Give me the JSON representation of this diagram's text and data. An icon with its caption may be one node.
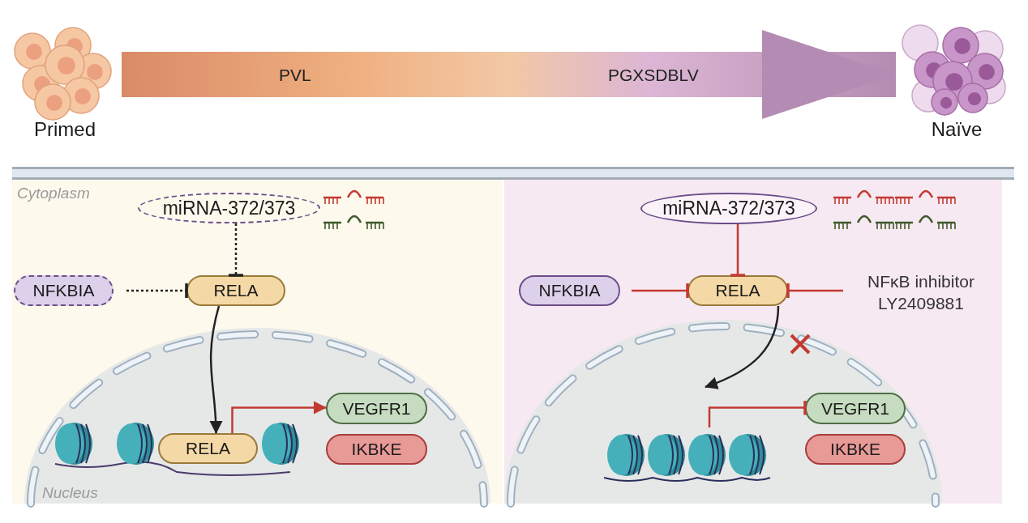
{
  "diagram": {
    "nodes": [
      {
        "text": [
          "Primed"
        ]
      },
      {
        "text": [
          "Naïve"
        ]
      },
      {
        "text": [
          "Cytoplasm"
        ]
      },
      {
        "text": [
          "miRNA-372/373"
        ],
        "in": 2
      },
      {
        "text": [
          "NFKBIA"
        ],
        "in": 2
      },
      {
        "text": [
          "RELA"
        ],
        "in": 2
      },
      {
        "text": [
          "Nucleus"
        ],
        "in": 2
      },
      {
        "text": [
          "RELA"
        ],
        "in": 6
      },
      {
        "text": [
          "VEGFR1"
        ],
        "in": 6
      },
      {
        "text": [
          "IKBKE"
        ],
        "in": 6
      },
      {
        "text": [],
        "shape": "box"
      },
      {
        "text": [
          "miRNA-372/373"
        ],
        "in": 10
      },
      {
        "text": [
          "NFKBIA"
        ],
        "in": 10
      },
      {
        "text": [
          "RELA"
        ],
        "in": 10
      },
      {
        "text": [
          "NFκB inhibitor LY2409881"
        ],
        "in": 10
      },
      {
        "text": [],
        "shape": "circle",
        "in": 10
      },
      {
        "text": [],
        "shape": "picture",
        "in": 15
      },
      {
        "text": [
          "VEGFR1"
        ],
        "in": 15
      },
      {
        "text": [
          "IKBKE"
        ],
        "in": 15
      }
    ],
    "edges": [
      {
        "from": 0,
        "to": 1,
        "arrow": "to",
        "style": "thick",
        "label": "PVL"
      },
      {
        "from": 3,
        "to": 5,
        "arrow": "other",
        "style": "dashed",
        "color": "#222222"
      },
      {
        "from": 4,
        "to": 5,
        "arrow": "other",
        "style": "dashed",
        "color": "#222222"
      },
      {
        "from": 5,
        "to": 7,
        "arrow": "to",
        "color": "#222222"
      },
      {
        "from": 7,
        "to": 8,
        "arrow": "to"
      },
      {
        "from": 11,
        "to": 13,
        "arrow": "other"
      },
      {
        "from": 12,
        "to": 13,
        "arrow": "other"
      },
      {
        "from": 14,
        "to": 13,
        "arrow": "other"
      },
      {
        "from": 13,
        "to": null,
        "arrow": "to",
        "color": "#222222"
      },
      {
        "from": 16,
        "to": 17,
        "arrow": "other"
      }
    ],
    "labels": [
      "PGXSDBLV"
    ]
  }
}
